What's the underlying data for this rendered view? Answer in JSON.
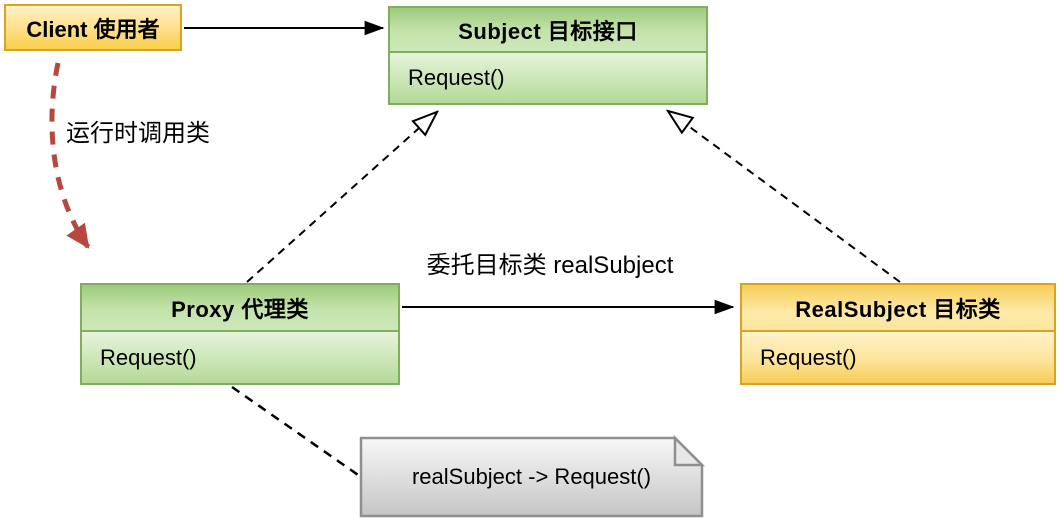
{
  "diagram": {
    "title": "Proxy pattern UML diagram",
    "nodes": {
      "client": {
        "title": "Client 使用者"
      },
      "subject": {
        "title": "Subject  目标接口",
        "method": "Request()"
      },
      "proxy": {
        "title": "Proxy 代理类",
        "method": "Request()"
      },
      "real_subject": {
        "title": "RealSubject 目标类",
        "method": "Request()"
      },
      "note": {
        "text": "realSubject -> Request()"
      }
    },
    "labels": {
      "runtime_call": "运行时调用类",
      "delegate": "委托目标类 realSubject"
    },
    "edges": {
      "client_to_subject": {
        "style": "solid-black-arrow"
      },
      "client_to_proxy": {
        "style": "dashed-red-arrow",
        "label": "运行时调用类"
      },
      "proxy_to_subject": {
        "style": "dashed-hollow-triangle"
      },
      "realsubject_to_subject": {
        "style": "dashed-hollow-triangle"
      },
      "proxy_to_realsubject": {
        "style": "solid-black-arrow",
        "label": "委托目标类 realSubject"
      },
      "proxy_to_note": {
        "style": "dashed-line"
      }
    },
    "colors": {
      "green_fill_light": "#cde8b8",
      "green_fill_dark": "#9ccb7c",
      "green_border": "#7fae5e",
      "yellow_fill_light": "#fff3c9",
      "yellow_fill_dark": "#f6cd58",
      "yellow_border": "#d8a31f",
      "note_fill_light": "#f8f8f8",
      "note_fill_dark": "#c5c5c5",
      "note_border": "#8f8f8f",
      "red_accent": "#b74840",
      "line_black": "#000000"
    }
  }
}
